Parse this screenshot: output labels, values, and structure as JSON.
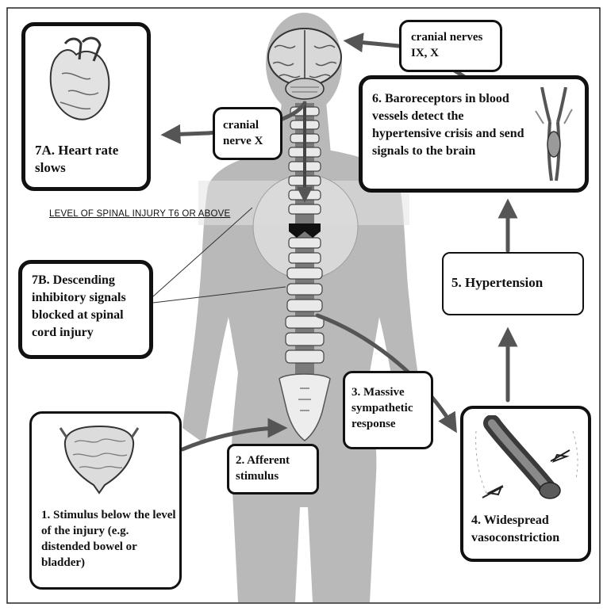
{
  "diagram": {
    "heart_box": {
      "text": "7A. Heart rate slows",
      "icon": "heart-icon"
    },
    "cranial_nerve_x": {
      "text": "cranial nerve X"
    },
    "cranial_nerves_ix_x": {
      "text": "cranial nerves IX, X"
    },
    "baroreceptors": {
      "text": "6. Baroreceptors in blood vessels detect the hypertensive crisis and send signals to the brain",
      "icon": "carotid-artery-icon"
    },
    "level_label": {
      "text": "LEVEL OF SPINAL INJURY T6 OR ABOVE"
    },
    "descending": {
      "text": "7B. Descending inhibitory signals blocked at spinal cord injury"
    },
    "hypertension": {
      "text": "5. Hypertension"
    },
    "sympathetic": {
      "text": "3. Massive sympathetic response"
    },
    "afferent": {
      "text": "2. Afferent stimulus"
    },
    "vasoconstriction": {
      "text": "4. Widespread vasoconstriction",
      "icon": "blood-vessel-icon"
    },
    "stimulus": {
      "text": "1. Stimulus below the level of the injury (e.g. distended bowel or bladder)",
      "icon": "bladder-icon"
    }
  },
  "colors": {
    "body_silhouette": "#b9b9b9",
    "injury_zone": "#e3e3e3",
    "arrow": "#555555",
    "box_border": "#111111"
  }
}
